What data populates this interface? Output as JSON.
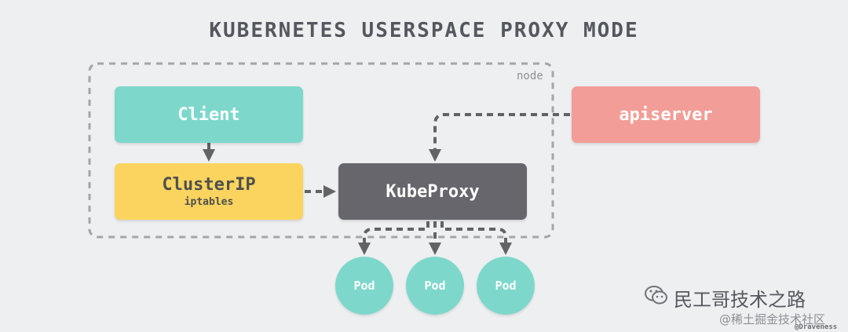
{
  "title": "KUBERNETES USERSPACE PROXY MODE",
  "node": {
    "label": "node"
  },
  "client": {
    "label": "Client"
  },
  "cluster_ip": {
    "label": "ClusterIP",
    "sublabel": "iptables"
  },
  "kube_proxy": {
    "label": "KubeProxy"
  },
  "apiserver": {
    "label": "apiserver"
  },
  "pods": [
    "Pod",
    "Pod",
    "Pod"
  ],
  "watermark": {
    "main": "民工哥技术之路",
    "sub": "@稀土掘金技术社区",
    "author": "@Draveness"
  },
  "colors": {
    "client": "#7dd8cb",
    "cluster_ip": "#fad45e",
    "kube_proxy": "#67666c",
    "apiserver": "#f29d97",
    "pod": "#7dd8cb",
    "connector": "#636366",
    "node_border": "#a3a5a8"
  }
}
